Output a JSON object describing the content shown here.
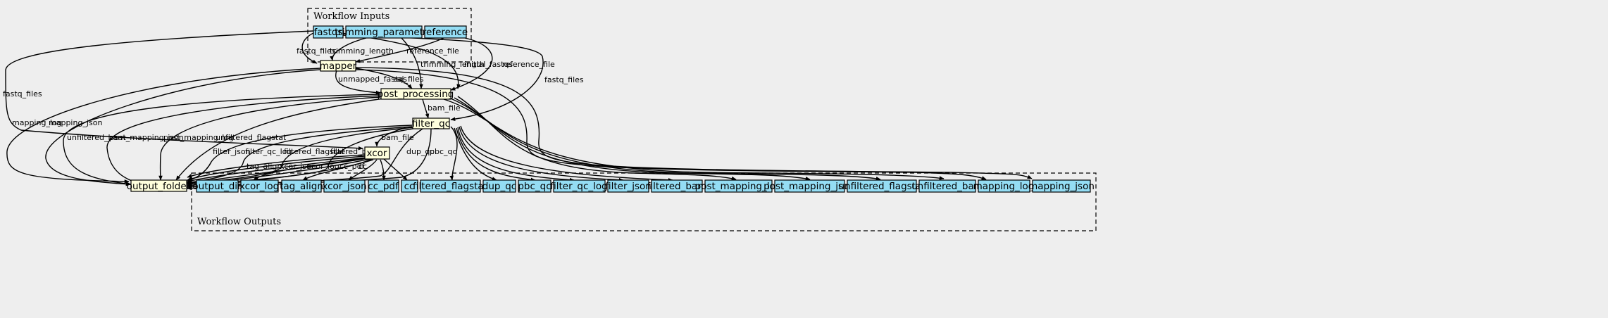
{
  "colors": {
    "background": "#eeeeee",
    "step_fill": "#ffffdd",
    "io_fill": "#94ddf4",
    "stroke": "#000000"
  },
  "clusters": {
    "inputs_title": "Workflow Inputs",
    "outputs_title": "Workflow Outputs"
  },
  "nodes": {
    "fastqs": "fastqs",
    "trimming_parameter": "trimming_parameter",
    "reference": "reference",
    "mapper": "mapper",
    "post_processing": "post_processing",
    "filter_qc": "filter_qc",
    "xcor": "xcor",
    "output_folder": "output_folder",
    "output_dir": "output_dir",
    "xcor_log": "xcor_log",
    "tag_align": "tag_align",
    "xcor_json": "xcor_json",
    "cc_pdf": "cc_pdf",
    "cc": "cc",
    "filtered_flagstat": "filtered_flagstat",
    "dup_qc": "dup_qc",
    "pbc_qc": "pbc_qc",
    "filter_qc_log": "filter_qc_log",
    "filter_json": "filter_json",
    "filtered_bam": "filtered_bam",
    "post_mapping_log": "post_mapping_log",
    "post_mapping_json": "post_mapping_json",
    "unfiltered_flagstat": "unfiltered_flagstat",
    "unfiltered_bam": "unfiltered_bam",
    "mapping_log": "mapping_log",
    "mapping_json": "mapping_json"
  },
  "edge_labels": {
    "fastq_files_mapper": "fastq_files",
    "trimming_length_mapper": "trimming_length",
    "reference_file_mapper": "reference_file",
    "trimming_length_pp": "trimming_length",
    "initial_fastqs": "initial_fastqs",
    "reference_file_pp": "reference_file",
    "fastq_files_filterqc": "fastq_files",
    "fastq_files_xcor": "fastq_files",
    "unmapped_fastqs": "unmapped_fastqs",
    "sai_files": "sai_files",
    "bam_file_filterqc": "bam_file",
    "bam_file_xcor": "bam_file",
    "mapping_log": "mapping_log",
    "mapping_json": "mapping_json",
    "unfiltered_bam": "unfiltered_bam",
    "post_mapping_json": "post_mapping_json",
    "post_mapping_log": "post_mapping_log",
    "unfiltered_flagstat": "unfiltered_flagstat",
    "filter_json": "filter_json",
    "filter_qc_log": "filter_qc_log",
    "filtered_flagstat": "filtered_flagstat",
    "filtered_bam": "filtered_bam",
    "dup_qc": "dup_qc",
    "pbc_qc": "pbc_qc",
    "tag_align": "tag_align",
    "xcor_json": "xcor_json",
    "xcor_log": "xcor_log",
    "cc_pdf": "cc_pdf",
    "cc": "cc"
  }
}
